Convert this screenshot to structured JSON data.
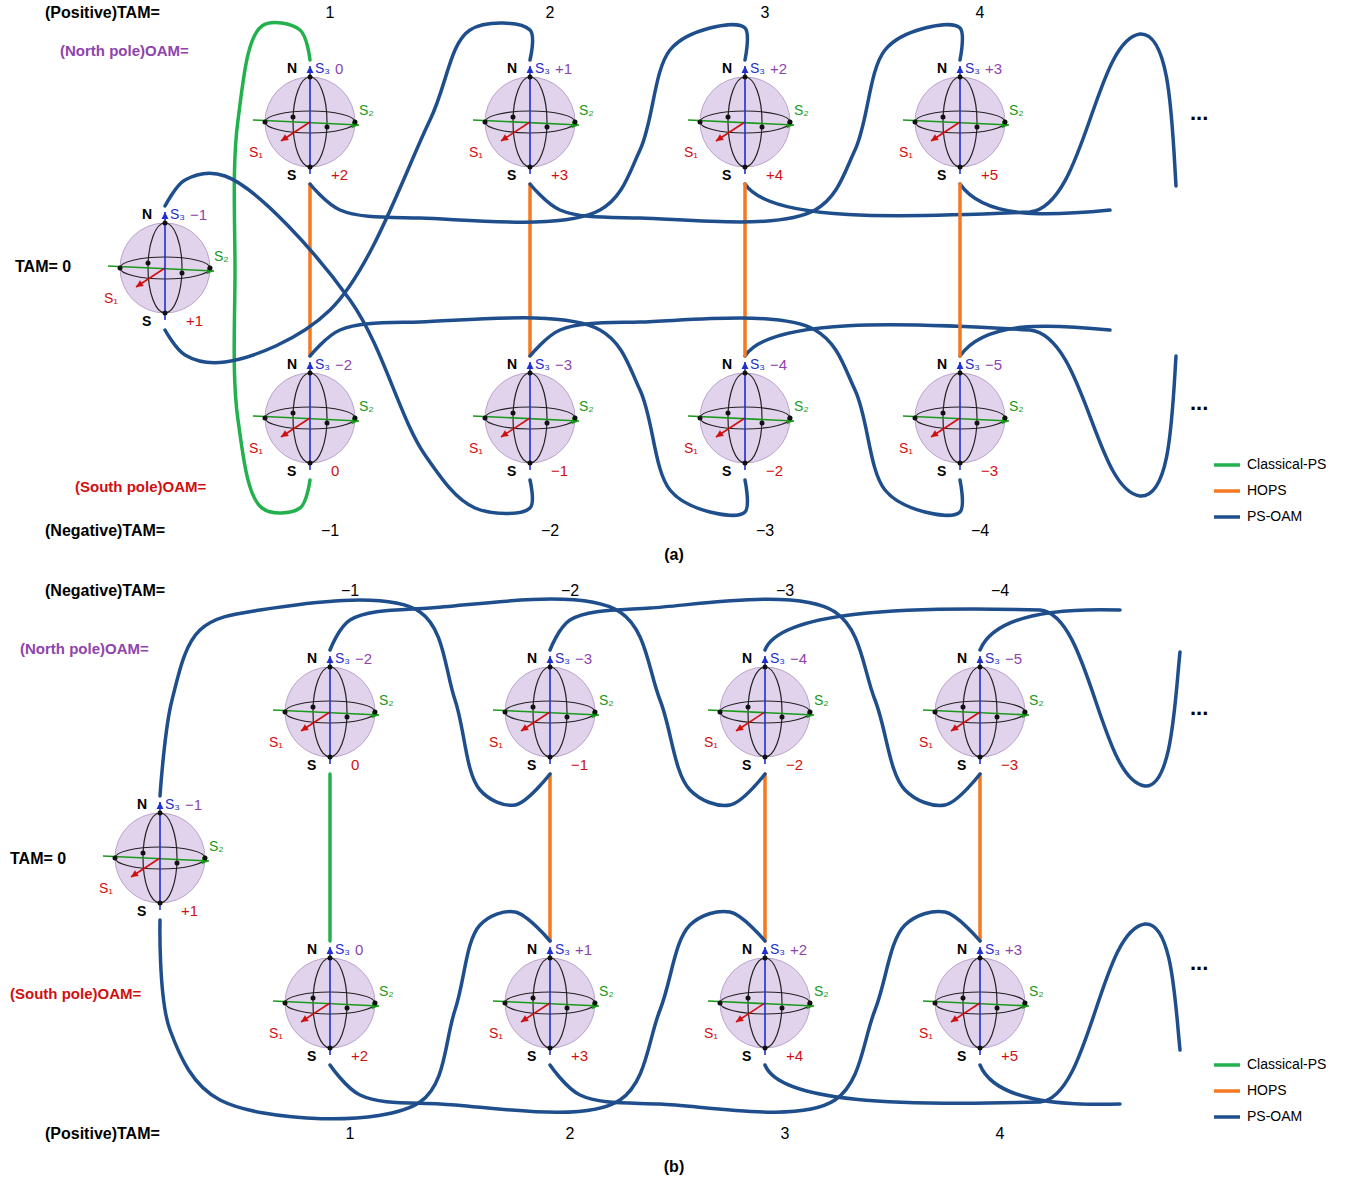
{
  "diagram": {
    "nodes": [
      {
        "text": [
          "N",
          "−1",
          "S₃",
          "S₂",
          "S₁",
          "S",
          "+1"
        ]
      },
      {
        "text": [
          "N",
          "0",
          "S₃",
          "S₂",
          "S₁",
          "S",
          "+2"
        ]
      },
      {
        "text": [
          "N",
          "+1",
          "S₃",
          "S₂",
          "S₁",
          "S",
          "+3"
        ]
      },
      {
        "text": [
          "N",
          "+2",
          "S₃",
          "S₂",
          "S₁",
          "S",
          "+4"
        ]
      },
      {
        "text": [
          "N",
          "+3",
          "S₃",
          "S₂",
          "S₁",
          "S",
          "+5"
        ]
      },
      {
        "text": [
          "N",
          "−2",
          "S₃",
          "S₂",
          "S₁",
          "S",
          "0"
        ]
      },
      {
        "text": [
          "N",
          "−3",
          "S₃",
          "S₂",
          "S₁",
          "S",
          "−1"
        ]
      },
      {
        "text": [
          "N",
          "−4",
          "S₃",
          "S₂",
          "S₁",
          "S",
          "−2"
        ]
      },
      {
        "text": [
          "N",
          "−5",
          "S₃",
          "S₂",
          "S₁",
          "S",
          "−3"
        ]
      },
      {
        "text": [
          "N",
          "−1",
          "S₃",
          "S₂",
          "S₁",
          "S",
          "+1"
        ]
      },
      {
        "text": [
          "N",
          "−2",
          "S₃",
          "S₂",
          "S₁",
          "S",
          "0"
        ]
      },
      {
        "text": [
          "N",
          "−3",
          "S₃",
          "S₂",
          "S₁",
          "S",
          "−1"
        ]
      },
      {
        "text": [
          "N",
          "−4",
          "S₃",
          "S₂",
          "S₁",
          "S",
          "−2"
        ]
      },
      {
        "text": [
          "N",
          "−5",
          "S₃",
          "S₂",
          "S₁",
          "S",
          "−3"
        ]
      },
      {
        "text": [
          "N",
          "0",
          "S₃",
          "S₂",
          "S₁",
          "S",
          "+2"
        ]
      },
      {
        "text": [
          "N",
          "+1",
          "S₃",
          "S₂",
          "S₁",
          "S",
          "+3"
        ]
      },
      {
        "text": [
          "N",
          "+2",
          "S₃",
          "S₂",
          "S₁",
          "S",
          "+4"
        ]
      },
      {
        "text": [
          "N",
          "+3",
          "S₃",
          "S₂",
          "S₁",
          "S",
          "+5"
        ]
      }
    ],
    "edges": [
      {
        "from": 1,
        "to": 5,
        "arrow": "none"
      },
      {
        "from": 1,
        "to": 5,
        "arrow": "none"
      },
      {
        "from": 2,
        "to": 6,
        "arrow": "none"
      },
      {
        "from": 3,
        "to": 7,
        "arrow": "none"
      },
      {
        "from": 4,
        "to": 8,
        "arrow": "none"
      },
      {
        "from": 0,
        "to": 6,
        "arrow": "none"
      },
      {
        "from": 0,
        "to": 2,
        "arrow": "none"
      },
      {
        "from": 1,
        "to": 3,
        "arrow": "none"
      },
      {
        "from": 2,
        "to": 4,
        "arrow": "none"
      },
      {
        "from": 5,
        "to": 7,
        "arrow": "none"
      },
      {
        "from": 6,
        "to": 8,
        "arrow": "none"
      },
      {
        "from": 10,
        "to": 14,
        "arrow": "none"
      },
      {
        "from": 11,
        "to": 15,
        "arrow": "none"
      },
      {
        "from": 12,
        "to": 16,
        "arrow": "none"
      },
      {
        "from": 13,
        "to": 17,
        "arrow": "none"
      },
      {
        "from": 9,
        "to": 11,
        "arrow": "none"
      },
      {
        "from": 9,
        "to": 15,
        "arrow": "none"
      },
      {
        "from": 10,
        "to": 12,
        "arrow": "none"
      },
      {
        "from": 11,
        "to": 13,
        "arrow": "none"
      },
      {
        "from": 14,
        "to": 16,
        "arrow": "none"
      },
      {
        "from": 15,
        "to": 17,
        "arrow": "none"
      }
    ],
    "labels": [
      "(Positive)TAM=",
      "1",
      "2",
      "3",
      "4",
      "(North pole)OAM=",
      "...",
      "TAM= 0",
      "...",
      "(South pole)OAM=",
      "(Negative)TAM=",
      "−1",
      "−2",
      "−3",
      "−4",
      "(a)",
      "(Negative)TAM=",
      "−1",
      "−2",
      "−3",
      "−4",
      "(North pole)OAM=",
      "...",
      "TAM= 0",
      "...",
      "(South pole)OAM=",
      "(Positive)TAM=",
      "1",
      "2",
      "3",
      "4",
      "(b)"
    ],
    "legend": [
      {
        "text": "Classical-PS"
      },
      {
        "text": "HOPS"
      },
      {
        "text": "PS-OAM"
      },
      {
        "text": "Classical-PS"
      },
      {
        "text": "HOPS"
      },
      {
        "text": "PS-OAM"
      }
    ]
  }
}
